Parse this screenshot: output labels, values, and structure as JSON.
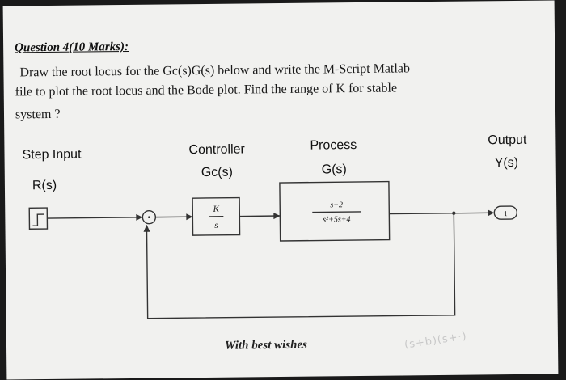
{
  "question": {
    "heading": "Question 4(10 Marks):",
    "line1": "Draw the root locus for the Gc(s)G(s) below and write the M-Script Matlab",
    "line2": "file to plot the root locus and the Bode plot. Find the range of K  for stable",
    "line3": "system ?"
  },
  "diagram": {
    "input_label": "Step Input",
    "input_signal": "R(s)",
    "controller_label": "Controller",
    "controller_tf_name": "Gc(s)",
    "controller_num": "K",
    "controller_den": "s",
    "process_label": "Process",
    "process_tf_name": "G(s)",
    "process_num": "s+2",
    "process_den": "s²+5s+4",
    "output_label": "Output",
    "output_signal": "Y(s)",
    "output_port": "1"
  },
  "closing": "With best wishes",
  "scribble": "(s+b)(s+·)"
}
